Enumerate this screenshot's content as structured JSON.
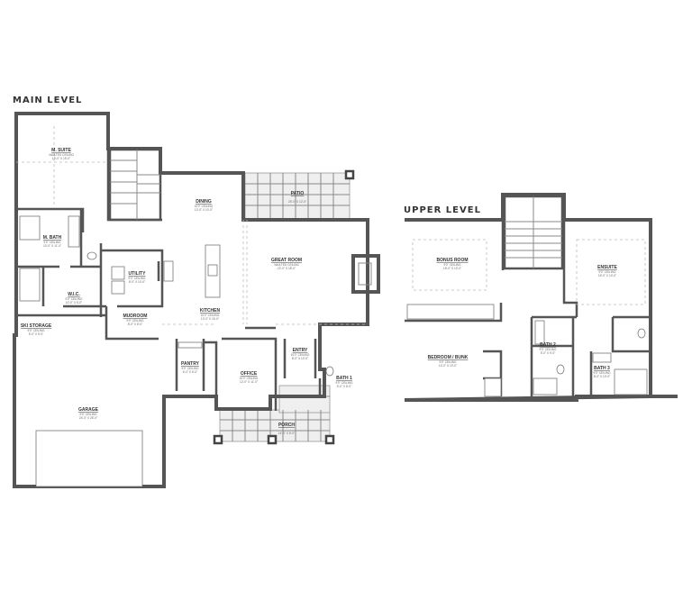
{
  "levels": {
    "main": {
      "title": "MAIN LEVEL"
    },
    "upper": {
      "title": "UPPER LEVEL"
    }
  },
  "rooms": {
    "m_suite": {
      "name": "M. SUITE",
      "detail": "VAULTED CEILING",
      "size": "15'-0\" X 15'-0\""
    },
    "m_bath": {
      "name": "M. BATH",
      "detail": "9'0\" CEILING",
      "size": "10'-0\" X 11'-0\""
    },
    "wic": {
      "name": "W.I.C.",
      "detail": "9'0\" CEILING",
      "size": "10'-0\" X 5'-0\""
    },
    "ski_storage": {
      "name": "SKI STORAGE",
      "detail": "9'0\" CEILING",
      "size": "5'-0\" X 5'-0\""
    },
    "utility": {
      "name": "UTILITY",
      "detail": "9'0\" CEILING",
      "size": "8'-0\" X 10'-0\""
    },
    "mudroom": {
      "name": "MUDROOM",
      "detail": "9'0\" CEILING",
      "size": "8'-0\" X 8'-0\""
    },
    "dining": {
      "name": "DINING",
      "detail": "10'0\" CEILING",
      "size": "13'-0\" X 10'-0\""
    },
    "patio": {
      "name": "PATIO",
      "detail": "",
      "size": "25'-0\" X 12'-0\""
    },
    "great_room": {
      "name": "GREAT ROOM",
      "detail": "VAULTED CEILING",
      "size": "22'-0\" X 18'-0\""
    },
    "kitchen": {
      "name": "KITCHEN",
      "detail": "10'0\" CEILING",
      "size": "13'-0\" X 16'-0\""
    },
    "pantry": {
      "name": "PANTRY",
      "detail": "9'0\" CEILING",
      "size": "6'-0\" X 6'-0\""
    },
    "office": {
      "name": "OFFICE",
      "detail": "10'0\" CEILING",
      "size": "12'-0\" X 11'-0\""
    },
    "entry": {
      "name": "ENTRY",
      "detail": "10'0\" CEILING",
      "size": "8'-0\" X 10'-0\""
    },
    "bath1": {
      "name": "BATH 1",
      "detail": "9'0\" CEILING",
      "size": "5'-0\" X 8'-0\""
    },
    "porch": {
      "name": "PORCH",
      "detail": "",
      "size": "14'-0\" X 8'-0\""
    },
    "garage": {
      "name": "GARAGE",
      "detail": "9'0\" CEILING",
      "size": "24'-0\" X 26'-0\""
    },
    "bonus_room": {
      "name": "BONUS ROOM",
      "detail": "9'0\" CEILING",
      "size": "18'-0\" X 13'-0\""
    },
    "ensuite": {
      "name": "ENSUITE",
      "detail": "9'0\" CEILING",
      "size": "16'-0\" X 13'-0\""
    },
    "bedroom_bunk": {
      "name": "BEDROOM / BUNK",
      "detail": "9'0\" CEILING",
      "size": "14'-0\" X 13'-0\""
    },
    "bath2": {
      "name": "BATH 2",
      "detail": "9'0\" CEILING",
      "size": "5'-0\" X 9'-0\""
    },
    "bath3": {
      "name": "BATH 3",
      "detail": "9'0\" CEILING",
      "size": "8'-0\" X 10'-0\""
    }
  }
}
